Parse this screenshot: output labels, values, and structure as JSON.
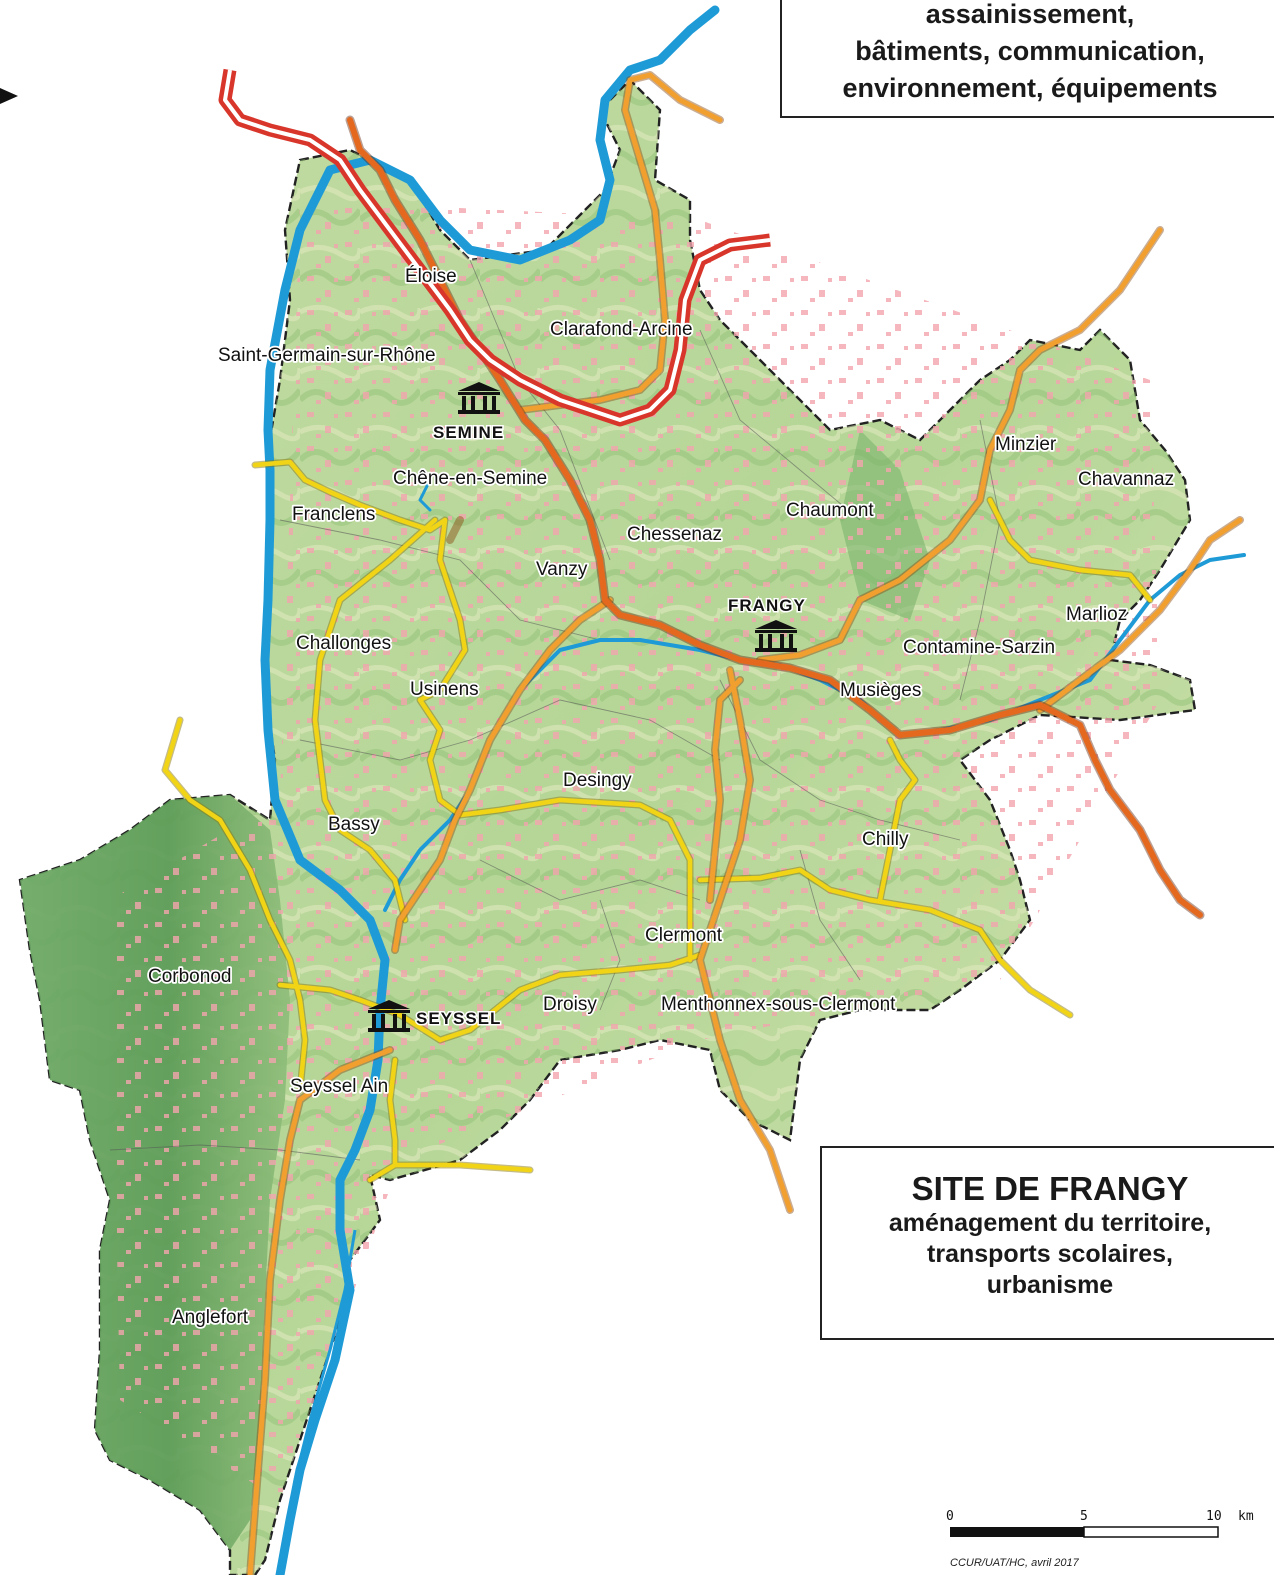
{
  "header_box": {
    "lines": [
      "assainissement,",
      "bâtiments, communication,",
      "environnement, équipements"
    ]
  },
  "site_box": {
    "title": "SITE DE FRANGY",
    "lines": [
      "aménagement du territoire,",
      "transports scolaires,",
      "urbanisme"
    ]
  },
  "seats": {
    "semine": "SEMINE",
    "frangy": "FRANGY",
    "seyssel": "SEYSSEL"
  },
  "communes": {
    "eloise": "Éloise",
    "clarafond_arcine": "Clarafond-Arcine",
    "saint_germain": "Saint-Germain-sur-Rhône",
    "chene_en_semine": "Chêne-en-Semine",
    "franclens": "Franclens",
    "minzier": "Minzier",
    "chavannaz": "Chavannaz",
    "chaumont": "Chaumont",
    "chessenaz": "Chessenaz",
    "vanzy": "Vanzy",
    "marlioz": "Marlioz",
    "contamine_sarzin": "Contamine-Sarzin",
    "challonges": "Challonges",
    "usinens": "Usinens",
    "musieges": "Musièges",
    "desingy": "Desingy",
    "bassy": "Bassy",
    "chilly": "Chilly",
    "clermont": "Clermont",
    "corbonod": "Corbonod",
    "droisy": "Droisy",
    "menthonnex": "Menthonnex-sous-Clermont",
    "seyssel_ain": "Seyssel Ain",
    "anglefort": "Anglefort"
  },
  "scale_bar": {
    "ticks": [
      "0",
      "5",
      "10"
    ],
    "unit": "km"
  },
  "credit": "CCUR/UAT/HC, avril 2017",
  "colors": {
    "motorway": "#d9362b",
    "main_road": "#e8702a",
    "secondary_road": "#f0a030",
    "local_road": "#f0d020",
    "river": "#1e9bd7",
    "terrain": "#a8cf8a",
    "urban": "#f0a0a8"
  }
}
